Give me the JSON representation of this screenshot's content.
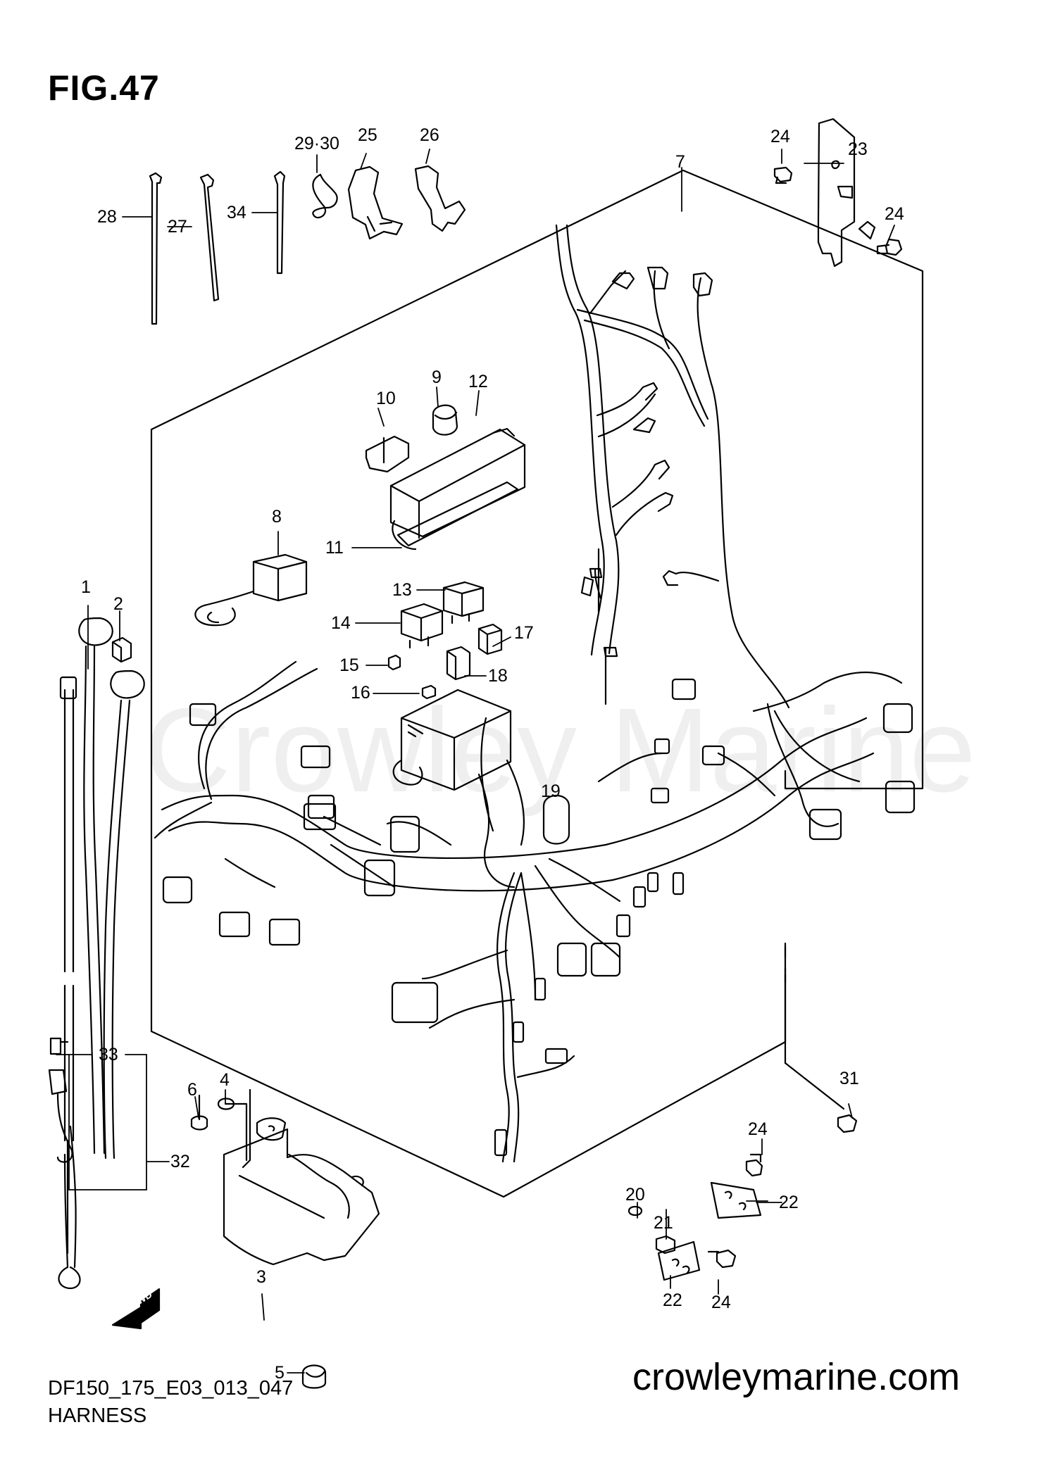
{
  "figure": {
    "title": "FIG.47",
    "code": "DF150_175_E03_013_047",
    "subtitle": "HARNESS",
    "website": "crowleymarine.com",
    "watermark": "Crowley Marine",
    "fwd_label": "FWD"
  },
  "callouts": [
    "1",
    "2",
    "3",
    "4",
    "5",
    "6",
    "7",
    "8",
    "9",
    "10",
    "11",
    "12",
    "13",
    "14",
    "15",
    "16",
    "17",
    "18",
    "19",
    "20",
    "21",
    "22",
    "23",
    "24",
    "25",
    "26",
    "27",
    "28",
    "29·30",
    "31",
    "32",
    "33",
    "34"
  ],
  "colors": {
    "line": "#000000",
    "background": "#ffffff",
    "watermark": "#efefef"
  }
}
